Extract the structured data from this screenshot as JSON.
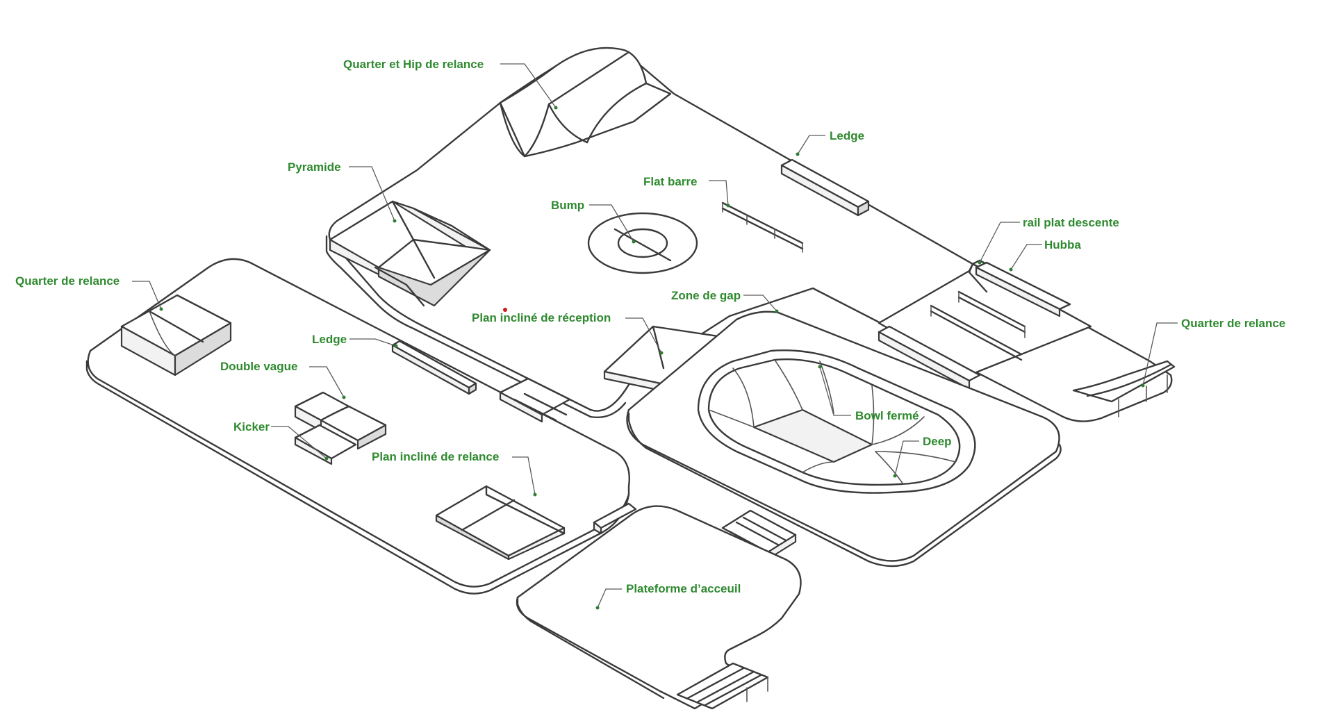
{
  "labels": {
    "quarter_hip": "Quarter et Hip de relance",
    "ledge_top": "Ledge",
    "pyramide": "Pyramide",
    "flat_barre": "Flat barre",
    "bump": "Bump",
    "rail_plat_descente": "rail plat descente",
    "hubba": "Hubba",
    "quarter_left": "Quarter de relance",
    "zone_gap": "Zone de gap",
    "plan_incline_reception": "Plan incliné de réception",
    "quarter_right": "Quarter de relance",
    "ledge_left": "Ledge",
    "double_vague": "Double vague",
    "kicker": "Kicker",
    "bowl_ferme": "Bowl fermé",
    "deep": "Deep",
    "plan_incline_relance": "Plan incliné de relance",
    "plateforme_accueil": "Plateforme d’acceuil"
  },
  "colors": {
    "label_green": "#2f8a2f",
    "line": "#3a3a3a"
  }
}
